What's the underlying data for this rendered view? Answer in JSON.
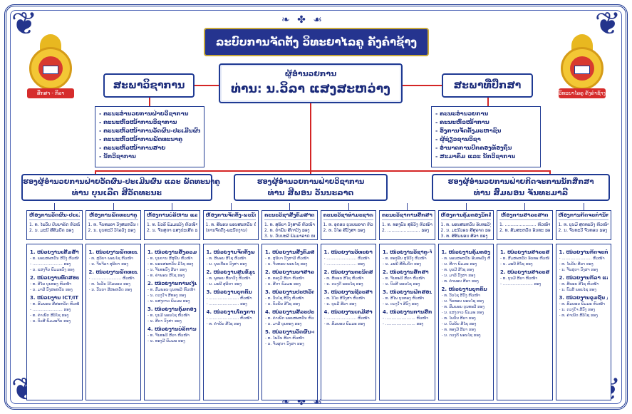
{
  "title": "ລະບົບການຈັດຕັ້ງ ວິທະຍາໄລຄູ ຄັງຄຳຊ້າງ",
  "head": {
    "role": "ຜູ້ອຳນວຍການ",
    "name": "ທ່ານ: ນ.ວິລາ ແສງສະຫວ່າງ"
  },
  "councils": {
    "left": "ສະພາວິຊາການ",
    "right": "ສະພາທີ່ປຶກສາ"
  },
  "logos": {
    "left_caption": "ສຶກສາ - ກິລາ",
    "right_caption": "ວິທະຍາໄລຄູ ຄັງຄຳຊ້າງ"
  },
  "members": {
    "left": [
      "ຄະນະອຳນວຍການຝ່າຍວິຊາການ",
      "ຄະນະຫົວໜ້າການວິຊາການ",
      "ຄະນະຫົວໜ້າການວັດຜົນ-ປະເມີນຜົນ",
      "ຄະນະຫົວໜ້າການພັດທະນາຄູ",
      "ຄະນະຫົວໜ້າການສາຍ",
      "ນັກວິຊາການ"
    ],
    "right": [
      "ຄະນະອຳນວຍການ",
      "ຄະນະຫົວໜ້າການ",
      "ອົງການຈັດຕັ້ງມະຫາຊົນ",
      "ຜູ້ຊ່ຽວຊານວິຊາ",
      "ອຳນາດການປົກຄອງທ້ອງຖິ່ນ",
      "ສະມາຄົມ ແລະ ນັກວິຊາການ"
    ]
  },
  "deputies": [
    {
      "role": "ຮອງຜູ້ອຳນວຍການຝ່າຍວັດຜົນ-ປະເມີນຜົນ ແລະ ພັດທະນາຄູ",
      "name": "ທ່ານ ບຸນເລີດ ສີວັດທະນະ"
    },
    {
      "role": "ຮອງຜູ້ອຳນວຍການຝ່າຍວິຊາການ",
      "name": "ທ່ານ ສີພອນ ວັນນະລາດ"
    },
    {
      "role": "ຮອງຜູ້ອຳນວຍການຝ່າຍກິດຈະການນັກສຶກສາ",
      "name": "ທ່ານ ສົມພອນ ຈັນທະມາລີ"
    }
  ],
  "departments": [
    {
      "title": "ຫ້ອງການວັດຜົນ-ປະເມີນຜົນ",
      "lines": [
        "1. ທ. ໄພວັນ ປັນຍາຣິດ ຫົວໜ້າ",
        "2. ນ. ມະນີ ສີສົມບັດ ຮອງ"
      ]
    },
    {
      "title": "ຫ້ອງການພັດທະນາຄູ",
      "lines": [
        "1. ທ. ຈັນທະລາ ວົງສະຫວັນ ຫົວໜ້າ",
        "2. ນ. ບຸນທະວີ ວິໄລວົງ ຮອງ"
      ]
    },
    {
      "title": "ຫ້ອງການບໍລິຫານ ແລະ ການເງິນ",
      "lines": [
        "1. ທ. ບົວລີ ພົມມະວົງ ຫົວໜ້າ",
        "2. ນ. ຈັນສຸດາ ແສງປະເສີດ ຮອງ"
      ]
    },
    {
      "title": "ຫ້ອງການຈັດຕັ້ງ-ພະນັກງານ",
      "lines": [
        "1. ທ. ສີພອນ ພອນສະຫວັນ ຫົວໜ້າ",
        "(ການຈັດຕັ້ງ-ພະນັກງານ)"
      ]
    },
    {
      "title": "ຄະນະວິຊາສັງຄົມສາດ",
      "lines": [
        "1. ທ. ສຸລິຍາ ວົງສາລີ ຫົວໜ້າ",
        "2. ທ. ຄຳພັນ ສີດາວົງ ຮອງ",
        "3. ນ. ວັນນະລີ ພົມມາລາດ ຮອງ"
      ]
    },
    {
      "title": "ຄະນະວິຊາທຳມະຊາດສາດ",
      "lines": [
        "1. ທ. ອຸດອນ ບຸນຍະລາດ ຫົວໜ້າ",
        "2. ທ. ວິໄລ ສີວົງສາ ຮອງ"
      ]
    },
    {
      "title": "ຄະນະວິຊາການສຶກສາ",
      "lines": [
        "1. ທ. ທອງພັນ ສຸລິວົງ ຫົວໜ້າ",
        "2. ........................ ຮອງ"
      ]
    },
    {
      "title": "ຫ້ອງການຄຸ້ມຄອງນັກສຶກສາ",
      "lines": [
        "1. ທ. ພອນສະຫວັນ ອິນທະວົງ ຫົວໜ້າ",
        "2. ນ. ມະນີວອນ ສີສຸລາດ ຮອງ",
        "3. ທ. ສີສົມພອນ ສີລາ ຮອງ"
      ]
    },
    {
      "title": "ຫ້ອງການສາລະສາດ",
      "lines": [
        "1. ....................... ຫົວໜ້າ",
        "2. ທ. ສົມສະຫວັດ ອິນທະ ຮອງ"
      ]
    },
    {
      "title": "ຫ້ອງການກິດຈະກຳນັກສຶກສາ",
      "lines": [
        "1. ທ. ບຸນມີ ສຸດທະວົງ ຫົວໜ້າ",
        "2. ນ. ຈັນທະວີ ຈັນທອນ ຮອງ"
      ]
    }
  ],
  "units": [
    {
      "groups": [
        {
          "t": "1. ໜ່ວຍງານເສີມສ້າງ-ສົ່ງເສີມຄູ້ມືການສອນ",
          "rows": [
            "- ທ. ພອນສະຫວັນ ສີວົງ ຫົວໜ້າ",
            "- ........................ ຮອງ",
            "- ນ. ແສງຈັນ ພົມມະວົງ ຮອງ"
          ]
        },
        {
          "t": "2. ໜ່ວຍງານທົດສອບ-ວັດຜົນ-ປະເມີນຜົນ",
          "rows": [
            "- ທ. ສີໄພ ບຸນທອງ ຫົວໜ້າ",
            "- ນ. ມາລີ ວົງສະຫວັນ ຮອງ"
          ]
        },
        {
          "t": "3. ໜ່ວຍງານ ICT/IT",
          "rows": [
            "- ທ. ສົມພອນ ສີສະຫວັດ ຫົວໜ້າ",
            "- ........................ ຮອງ",
            "- ທ. ຄຳເພັດ ສີລິໄຊ ຮອງ",
            "- ນ. ບົວສີ ພົມມະຈັນ ຮອງ"
          ]
        }
      ]
    },
    {
      "groups": [
        {
          "t": "1. ໜ່ວຍງານພັດທະນາຄູປະຈຳການ ແລະ ວິທະຍາສາດ",
          "rows": [
            "- ທ. ສຸລິຍາ ພອນໄຊ ຫົວໜ້າ",
            "- ນ. ຈັນຈິລາ ສຸລິຍາ ຮອງ"
          ]
        },
        {
          "t": "2. ໜ່ວຍງານພັດທະນາການວິໄຈ ແລະ ປະເມີນ",
          "rows": [
            "- ........................ ຫົວໜ້າ",
            "- ທ. ໄພວັນ ວິໄລພອນ ຮອງ",
            "- ນ. ວັນນາ ສີສະຫວັດ ຮອງ"
          ]
        }
      ]
    },
    {
      "groups": [
        {
          "t": "1. ໜ່ວຍງານສັງລວມຂ່າວສານ ແລະ ບໍລິຫານ",
          "rows": [
            "- ທ. ບຸນຍານ ສີສຸພັນ ຫົວໜ້າ",
            "- ທ. ພອນສະຫວັນ ມີໄຊ ຮອງ",
            "- ນ. ຈັນທະວົງ ສີລາ ຮອງ",
            "- ທ. ຄຳພອນ ສີໄຊ ຮອງ"
          ]
        },
        {
          "t": "2. ໜ່ວຍງານການເງິນ ແລະ ຊັບສິນ",
          "rows": [
            "- ທ. ສົມພອນ ບຸນທະວີ ຫົວໜ້າ",
            "- ນ. ດວງໃຈ ສີທອງ ຮອງ",
            "- ນ. ແສງດາວ ພົມມະ ຮອງ"
          ]
        },
        {
          "t": "3. ໜ່ວຍງານຄຸ້ມຄອງຫໍພັກ",
          "rows": [
            "- ທ. ບຸນມີ ພອນໄຊ ຫົວໜ້າ",
            "- ນ. ສີດາ ວົງສາ ຮອງ"
          ]
        },
        {
          "t": "4. ໜ່ວຍງານບໍລິການ",
          "rows": [
            "- ທ. ຈັນທະວີ ສີລາ ຫົວໜ້າ",
            "- ນ. ທອງມີ ພົມມະ ຮອງ"
          ]
        }
      ]
    },
    {
      "groups": [
        {
          "t": "1. ໜ່ວຍງານຈັດຕັ້ງພະນັກງານ",
          "rows": [
            "- ທ. ສີພອນ ສີໄຊ ຫົວໜ້າ",
            "- ນ. ບຸນເຕືອນ ວົງສາ ຮອງ"
          ]
        },
        {
          "t": "2. ໜ່ວຍງານສູນຂໍ້ມູນໄອທີ ແລະ ຕ່າງໆ",
          "rows": [
            "- ທ. ພູທອນ ສີລາວົງ ຫົວໜ້າ",
            "- ນ. ມະນີ ສຸລິຍາ ຮອງ"
          ]
        },
        {
          "t": "3. ໜ່ວຍງານບຸກຄົນ",
          "rows": [
            "- ........................ ຫົວໜ້າ",
            "- ........................ ຮອງ"
          ]
        },
        {
          "t": "4. ໜ່ວຍງານໂຄງການສະເລ່ຍ",
          "rows": [
            "- ........................ ຫົວໜ້າ",
            "- ທ. ຄຳພັນ ສີໄຊ ຮອງ"
          ]
        }
      ]
    },
    {
      "groups": [
        {
          "t": "1. ໜ່ວຍງານສັງຄົມສາດ",
          "rows": [
            "- ທ. ສຸລິຍາ ວົງສາລີ ຫົວໜ້າ",
            "- ນ. ຈັນທອນ ພອນໄຊ ຮອງ"
          ]
        },
        {
          "t": "2. ໜ່ວຍງານພາສາລາວ-ວັນນະຄະດີ",
          "rows": [
            "- ທ. ທອງມີ ສີລາ ຫົວໜ້າ",
            "- ນ. ສີດາ ພົມມະ ຮອງ"
          ]
        },
        {
          "t": "3. ໜ່ວຍງານປະຫວັດສາດ-ພູມສາດ",
          "rows": [
            "- ທ. ວັນໄຊ ສີວົງ ຫົວໜ້າ",
            "- ນ. ບົວພັນ ສີໄຊ ຮອງ"
          ]
        },
        {
          "t": "4. ໜ່ວຍງານສິລະປະ",
          "rows": [
            "- ທ. ຄຳເພັດ ພອນສະຫວັນ ຫົວໜ້າ",
            "- ນ. ມາລີ ບຸນທອງ ຮອງ"
          ]
        },
        {
          "t": "5. ໜ່ວຍງານວັດຜົນ-ປະເມີນຜົນ",
          "rows": [
            "- ທ. ໄພວັນ ສີລາ ຫົວໜ້າ",
            "- ນ. ຈັນສຸດາ ວົງສາ ຮອງ"
          ]
        }
      ]
    },
    {
      "groups": [
        {
          "t": "1. ໜ່ວຍງານວິທະຍາສາດ",
          "rows": [
            "- ........................ ຫົວໜ້າ",
            "- ........................ ຮອງ"
          ]
        },
        {
          "t": "2. ໜ່ວຍງານຄະນິດສາດ",
          "rows": [
            "- ທ. ສີພອນ ສີໄຊ ຫົວໜ້າ",
            "- ນ. ດວງດີ ພອນໄຊ ຮອງ"
          ]
        },
        {
          "t": "3. ໜ່ວຍງານຊີວະສາດ",
          "rows": [
            "- ທ. ວິໄລ ສີວົງສາ ຫົວໜ້າ",
            "- ນ. ບຸນມີ ສີລາ ຮອງ"
          ]
        },
        {
          "t": "4. ໜ່ວຍງານເຄມີສາດ",
          "rows": [
            "- ........................ ຫົວໜ້າ",
            "- ທ. ສົມພອນ ພົມມະ ຮອງ"
          ]
        }
      ]
    },
    {
      "groups": [
        {
          "t": "1. ໜ່ວຍງານວິຊາຄູ-ຈິດຕະວິທະຍາ",
          "rows": [
            "- ທ. ທອງພັນ ສຸລິວົງ ຫົວໜ້າ",
            "- ນ. ມະນີ ສີສົມບັດ ຮອງ"
          ]
        },
        {
          "t": "2. ໜ່ວຍງານສຶກສາ",
          "rows": [
            "- ທ. ຈັນທະວີ ສີລາ ຫົວໜ້າ",
            "- ນ. ບົວສີ ພອນໄຊ ຮອງ"
          ]
        },
        {
          "t": "3. ໜ່ວຍງານຝຶກສອນ",
          "rows": [
            "- ທ. ສີໄພ ບຸນທອງ ຫົວໜ້າ",
            "- ນ. ດວງໃຈ ສີວົງ ຮອງ"
          ]
        },
        {
          "t": "4. ໜ່ວຍງານການສຶກສາ",
          "rows": [
            "- ........................ ຫົວໜ້າ",
            "- ........................ ຮອງ"
          ]
        }
      ]
    },
    {
      "groups": [
        {
          "t": "1. ໜ່ວຍງານຄຸ້ມຄອງ-ປະເມີນ",
          "rows": [
            "- ທ. ພອນສະຫວັນ ອິນທະວົງ ຫົວໜ້າ",
            "- ນ. ສີດາ ພົມມະ ຮອງ",
            "- ທ. ບຸນມີ ສີໄຊ ຮອງ",
            "- ນ. ມາລີ ວົງສາ ຮອງ",
            "- ທ. ຄຳພອນ ສີລາ ຮອງ"
          ]
        },
        {
          "t": "2. ໜ່ວຍງານບຸກຄົນ",
          "rows": [
            "- ທ. ວັນໄຊ ສີວົງ ຫົວໜ້າ",
            "- ນ. ຈັນທອນ ພອນໄຊ ຮອງ",
            "- ທ. ສົມພອນ ບຸນທະວີ ຮອງ",
            "- ນ. ແສງດາວ ພົມມະ ຮອງ",
            "- ທ. ໄພວັນ ສີລາ ຮອງ",
            "- ນ. ບົວພັນ ສີໄຊ ຮອງ",
            "- ທ. ທອງມີ ສີລາ ຮອງ",
            "- ນ. ດວງດີ ພອນໄຊ ຮອງ"
          ]
        }
      ]
    },
    {
      "groups": [
        {
          "t": "1. ໜ່ວຍງານສາລະສາດອິນເຕີເນັດ",
          "rows": [
            "- ທ. ສົມສະຫວັດ ອິນທະ ຫົວໜ້າ",
            "- ນ. ມະນີ ສີໄຊ ຮອງ"
          ]
        },
        {
          "t": "2. ໜ່ວຍງານສາລະສາດ ປຶ້ມຫ້ອງ / ເອກະສານ",
          "rows": [
            "- ທ. ບຸນມີ ສີລາ ຫົວໜ້າ",
            "- ........................ ຮອງ"
          ]
        }
      ]
    },
    {
      "groups": [
        {
          "t": "1. ໜ່ວຍງານກິດຈະກຳນັກສຶກສາ / ນັກສຶກສາ",
          "rows": [
            "- ........................ ຫົວໜ້າ",
            "- ທ. ໄພວັນ ສີລາ ຮອງ",
            "- ນ. ຈັນສຸດາ ວົງສາ ຮອງ"
          ]
        },
        {
          "t": "2. ໜ່ວຍງານກິລາ ແລະ ສິລະປະວັດທະນະທຳ",
          "rows": [
            "- ທ. ສີພອນ ສີໄຊ ຫົວໜ້າ",
            "- ນ. ບົວສີ ພອນໄຊ ຮອງ"
          ]
        },
        {
          "t": "3. ໜ່ວຍງານຂຸມຊົນ / ນັກສຶກສາ",
          "rows": [
            "- ທ. ສົມພອນ ພົມມະ ຫົວໜ້າ",
            "- ນ. ດວງໃຈ ສີວົງ ຮອງ",
            "- ທ. ຄຳເພັດ ສີລິໄຊ ຮອງ"
          ]
        }
      ]
    }
  ]
}
